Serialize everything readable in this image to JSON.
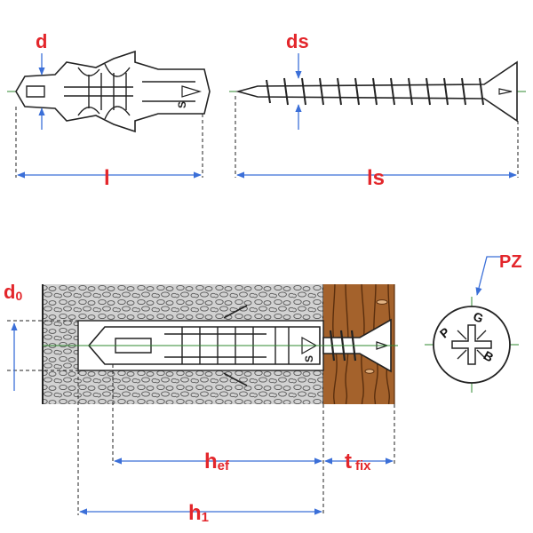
{
  "labels": {
    "d": "d",
    "l": "l",
    "ds": "ds",
    "ls": "ls",
    "d0_main": "d",
    "d0_sub": "0",
    "pz": "PZ",
    "hef_main": "h",
    "hef_sub": "ef",
    "tfix_main": "t",
    "tfix_sub": "fix",
    "h1_main": "h",
    "h1_sub": "1"
  },
  "dowel_mark": "S",
  "pz_letters": {
    "p": "P",
    "g": "G",
    "b": "B"
  },
  "colors": {
    "dimension": "#3b6fd8",
    "label": "#e3262b",
    "outline": "#222222",
    "axis": "#2f8a2f",
    "concrete": "#c9c9c9",
    "wood": "#a0612e"
  }
}
